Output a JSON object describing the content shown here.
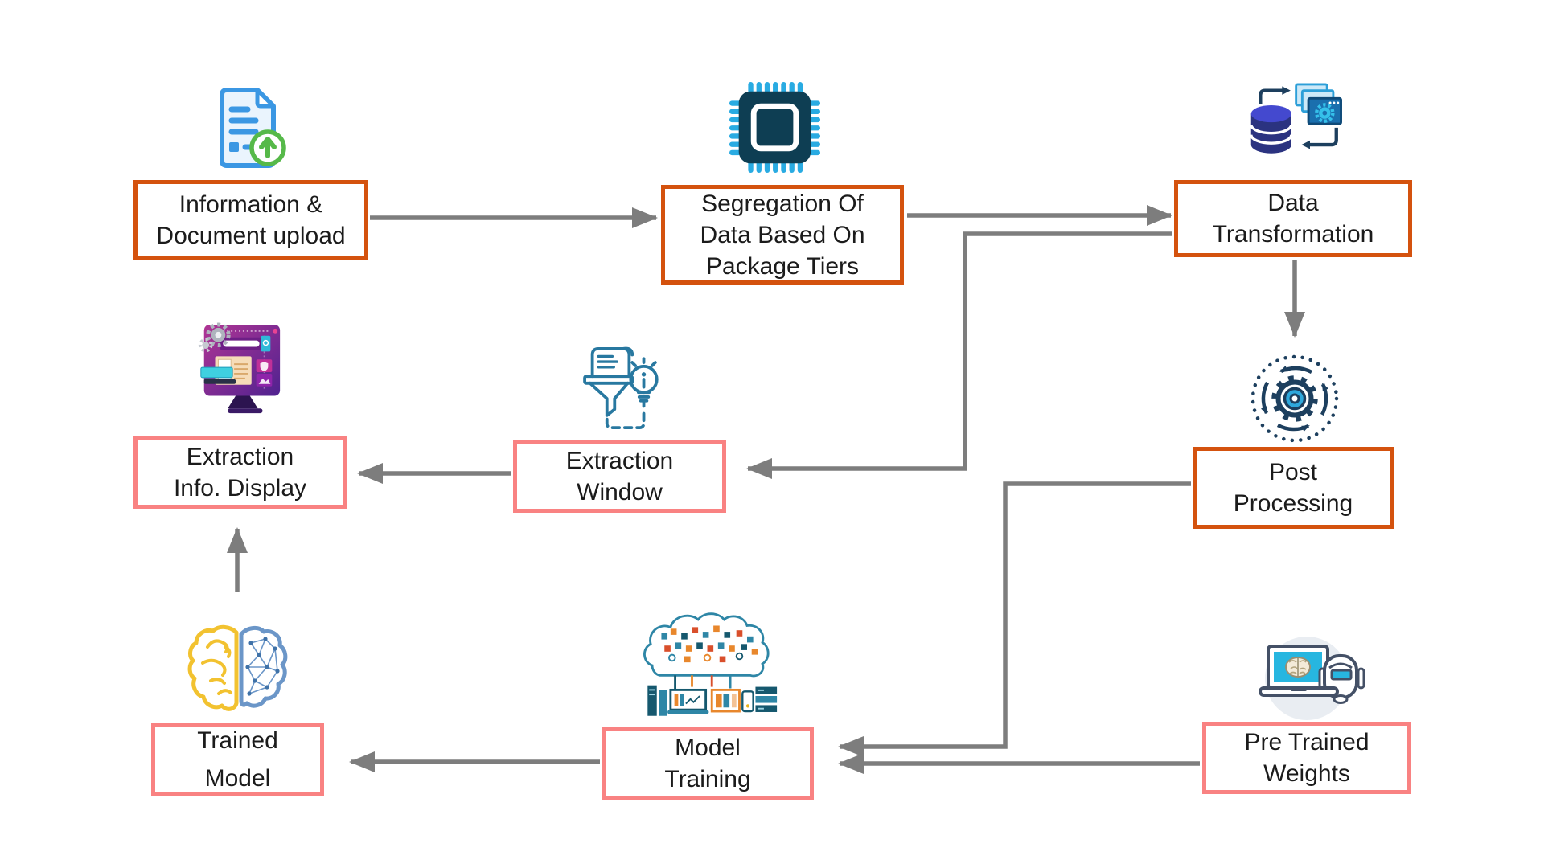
{
  "diagram": {
    "title": "ML document extraction pipeline flowchart",
    "background": "#ffffff",
    "colors": {
      "orange_border": "#d4520e",
      "pink_border": "#f98282",
      "arrow": "#7d7d7d",
      "text": "#1b1b1b"
    },
    "nodes": [
      {
        "id": "information-document-upload",
        "label": "Information &\nDocument upload",
        "border": "orange",
        "icon": "document-upload-icon"
      },
      {
        "id": "segregation",
        "label": "Segregation Of\nData Based On\nPackage Tiers",
        "border": "orange",
        "icon": "cpu-chip-icon"
      },
      {
        "id": "data-transformation",
        "label": "Data\nTransformation",
        "border": "orange",
        "icon": "database-transform-icon"
      },
      {
        "id": "extraction-info-display",
        "label": "Extraction\nInfo. Display",
        "border": "pink",
        "icon": "dashboard-monitor-icon"
      },
      {
        "id": "extraction-window",
        "label": "Extraction\nWindow",
        "border": "pink",
        "icon": "scroll-funnel-bulb-icon"
      },
      {
        "id": "post-processing",
        "label": "Post\nProcessing",
        "border": "orange",
        "icon": "gear-cycle-icon"
      },
      {
        "id": "trained-model",
        "label": "Trained\nModel",
        "border": "pink",
        "icon": "brain-icon"
      },
      {
        "id": "model-training",
        "label": "Model\nTraining",
        "border": "pink",
        "icon": "cloud-computing-icon"
      },
      {
        "id": "pre-trained-weights",
        "label": "Pre Trained\nWeights",
        "border": "pink",
        "icon": "laptop-robot-icon"
      }
    ],
    "edges": [
      {
        "from": "information-document-upload",
        "to": "segregation"
      },
      {
        "from": "segregation",
        "to": "data-transformation"
      },
      {
        "from": "data-transformation",
        "to": "extraction-window"
      },
      {
        "from": "data-transformation",
        "to": "post-processing"
      },
      {
        "from": "post-processing",
        "to": "model-training"
      },
      {
        "from": "pre-trained-weights",
        "to": "model-training"
      },
      {
        "from": "model-training",
        "to": "trained-model"
      },
      {
        "from": "trained-model",
        "to": "extraction-info-display"
      },
      {
        "from": "extraction-window",
        "to": "extraction-info-display"
      }
    ]
  }
}
